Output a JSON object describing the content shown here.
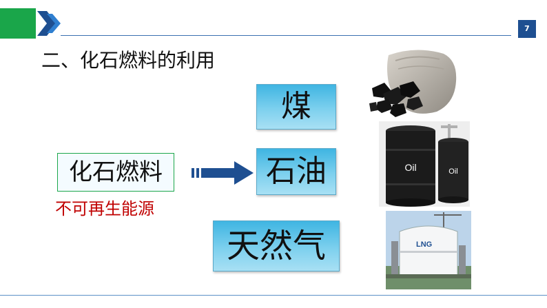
{
  "header": {
    "page_number": "7",
    "accent_green": "#1aa64a",
    "accent_blue": "#1e4f91"
  },
  "slide": {
    "heading": "二、化石燃料的利用",
    "source_box": "化石燃料",
    "non_renewable_label": "不可再生能源",
    "targets": {
      "coal": "煤",
      "oil": "石油",
      "natural_gas": "天然气"
    }
  },
  "images": {
    "oil_barrel_label_1": "Oil",
    "oil_barrel_label_2": "Oil",
    "lng_tank_label": "LNG"
  }
}
